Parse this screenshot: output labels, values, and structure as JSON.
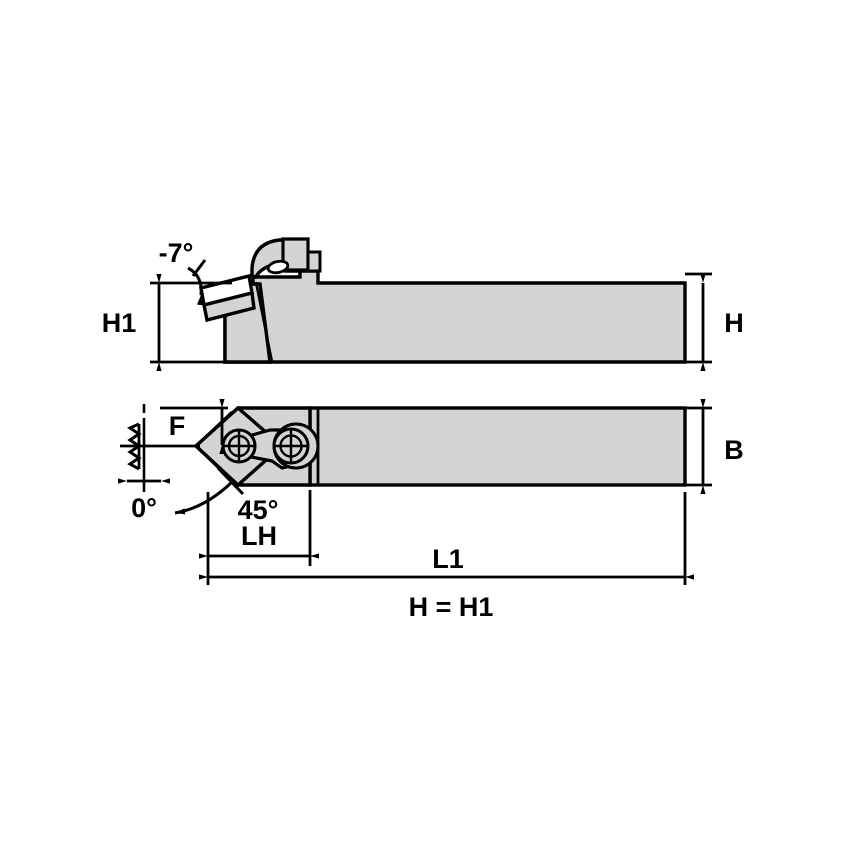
{
  "drawing": {
    "title": "Turning Toolholder Dimensional Drawing",
    "views": {
      "side_view_name": "side-elevation-view",
      "plan_view_name": "top-plan-view"
    },
    "colors": {
      "body_fill": "#d4d4d4",
      "insert_fill": "#ffffff",
      "line": "#000000",
      "background": "#ffffff"
    },
    "labels": {
      "rake_angle": "-7°",
      "height_shank_front": "H1",
      "height_shank_rear": "H",
      "width_shank": "B",
      "offset_f": "F",
      "lead_angle_zero": "0°",
      "corner_angle": "45°",
      "head_length": "LH",
      "overall_length": "L1",
      "height_note": "H = H1"
    }
  }
}
